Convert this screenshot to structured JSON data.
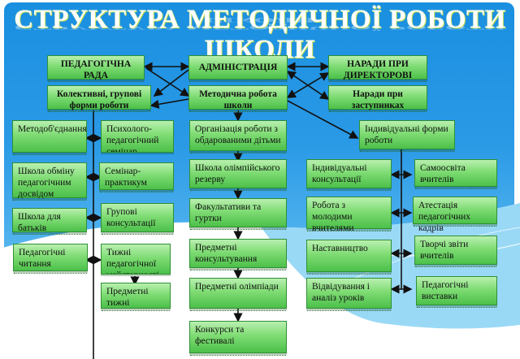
{
  "title": "СТРУКТУРА МЕТОДИЧНОЇ РОБОТИ ШКОЛИ",
  "top": {
    "ped_rada": "ПЕДАГОГІЧНА РАДА",
    "admin": "АДМІНІСТРАЦІЯ",
    "narady_dyr": "НАРАДИ ПРИ ДИРЕКТОРОВІ",
    "kolektyvni": "Колективні, групові форми роботи",
    "metod_robota": "Методична робота школи",
    "narady_zast": "Наради при заступниках"
  },
  "left_column": [
    "Методоб'єднання",
    "Школа обміну педагогічним досвідом",
    "Школа для батьків",
    "Педагогічні читання"
  ],
  "left_inner_column": [
    "Психолого-педагогічний семінар",
    "Семінар-практикум",
    "Групові консультації",
    "Тижні педагогічної майстерності",
    "Предметні тижні"
  ],
  "center_column": [
    "Організація роботи з обдарованими дітьми",
    "Школа олімпійського резерву",
    "Факультативи та гуртки",
    "Предметні консультування",
    "Предметні олімпіади",
    "Конкурси та фестивалі"
  ],
  "individual_header": "Індивідуальні форми роботи",
  "right_left_column": [
    "Індивідуальні консультації",
    "Робота з молодими вчителями",
    "Наставництво",
    "Відвідування і аналіз уроків"
  ],
  "right_right_column": [
    "Самоосвіта вчителів",
    "Атестація педагогічних кадрів",
    "Творчі звіти вчителів",
    "Педагогічні виставки"
  ],
  "colors": {
    "background": "#1a8fe0",
    "box": "#7fdc74",
    "box_border": "#2f8f35",
    "line": "#111111"
  }
}
